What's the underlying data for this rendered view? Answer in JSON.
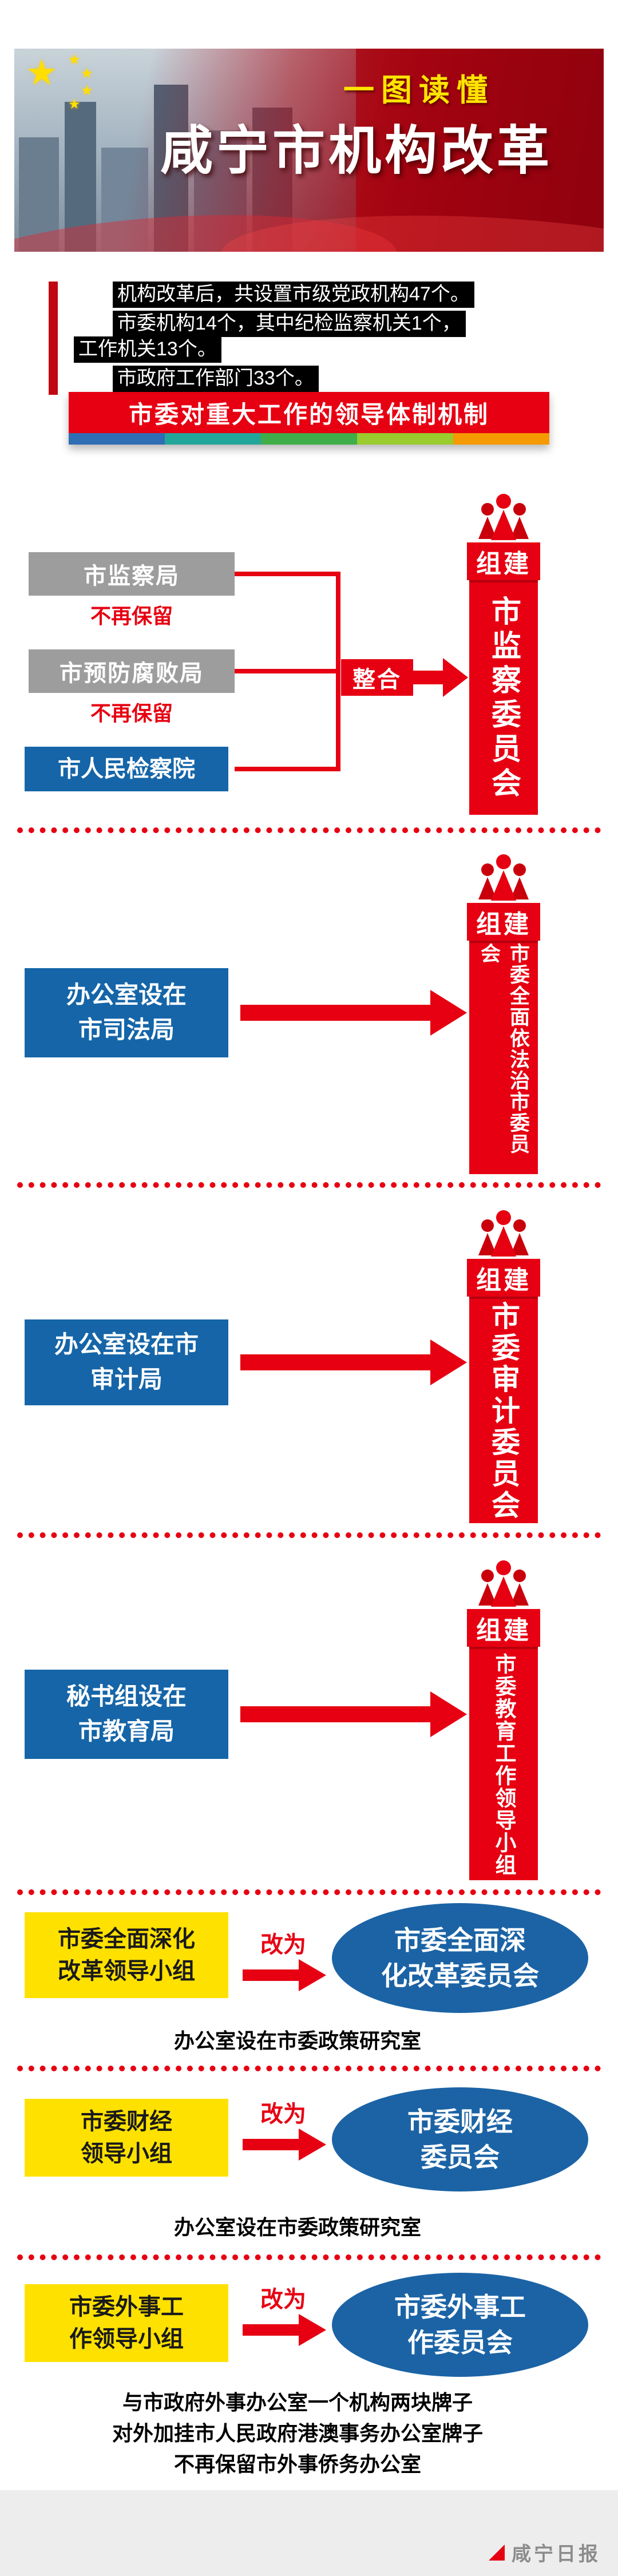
{
  "header": {
    "tagline": "一图读懂",
    "title": "咸宁市机构改革"
  },
  "intro": {
    "paragraphs": [
      "机构改革后，共设置市级党政机构47个。",
      "市委机构14个，其中纪检监察机关1个，工作机关13个。",
      "市政府工作部门33个。"
    ]
  },
  "section_banner": {
    "title": "市委对重大工作的领导体制机制",
    "strip_colors": [
      "#2f6eb5",
      "#23a69a",
      "#3fae49",
      "#9acc2e",
      "#f59a00"
    ]
  },
  "merge": {
    "badge": "组建",
    "result": "市监察委员会",
    "action_label": "整合",
    "sources": [
      {
        "label": "市监察局",
        "note": "不再保留"
      },
      {
        "label": "市预防腐败局",
        "note": "不再保留"
      },
      {
        "label": "市人民检察院",
        "note": ""
      }
    ]
  },
  "build": [
    {
      "badge": "组建",
      "source_line1": "办公室设在",
      "source_line2": "市司法局",
      "result": "市委全面依法治市委员会"
    },
    {
      "badge": "组建",
      "source_line1": "办公室设在市",
      "source_line2": "审计局",
      "result": "市委审计委员会"
    },
    {
      "badge": "组建",
      "source_line1": "秘书组设在",
      "source_line2": "市教育局",
      "result": "市委教育工作领导小组"
    }
  ],
  "rename": [
    {
      "old_line1": "市委全面深化",
      "old_line2": "改革领导小组",
      "action": "改为",
      "new_line1": "市委全面深",
      "new_line2": "化改革委员会",
      "note": "办公室设在市委政策研究室"
    },
    {
      "old_line1": "市委财经",
      "old_line2": "领导小组",
      "action": "改为",
      "new_line1": "市委财经",
      "new_line2": "委员会",
      "note": "办公室设在市委政策研究室"
    },
    {
      "old_line1": "市委外事工",
      "old_line2": "作领导小组",
      "action": "改为",
      "new_line1": "市委外事工",
      "new_line2": "作委员会",
      "notes": [
        "与市政府外事办公室一个机构两块牌子",
        "对外加挂市人民政府港澳事务办公室牌子",
        "不再保留市外事侨务办公室"
      ]
    }
  ],
  "footer": {
    "brand": "咸宁日报"
  },
  "colors": {
    "red": "#e60012",
    "blue": "#1565a8",
    "gray": "#9d9d9d",
    "yellow": "#ffe100",
    "ellipse_blue": "#1b63a5"
  }
}
